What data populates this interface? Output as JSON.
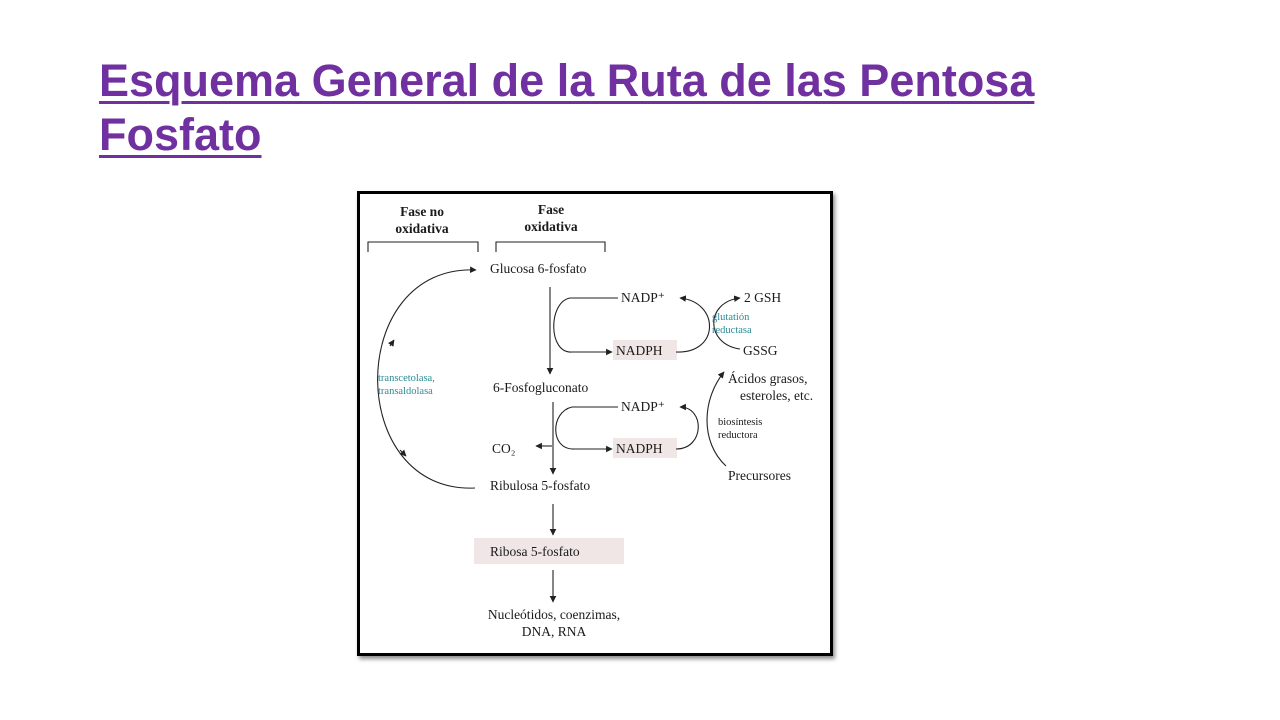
{
  "slide": {
    "title": "Esquema General de la Ruta de las Pentosa Fosfato"
  },
  "diagram": {
    "phase_non_oxidative": [
      "Fase no",
      "oxidativa"
    ],
    "phase_oxidative": [
      "Fase",
      "oxidativa"
    ],
    "glucose_6p": "Glucosa 6-fosfato",
    "gluconate_6p": "6-Fosfogluconato",
    "ribulose_5p": "Ribulosa 5-fosfato",
    "ribose_5p": "Ribosa 5-fosfato",
    "nucleotides": [
      "Nucleótidos, coenzimas,",
      "DNA, RNA"
    ],
    "nadp_plus_1": "NADP⁺",
    "nadph_1": "NADPH",
    "nadp_plus_2": "NADP⁺",
    "nadph_2": "NADPH",
    "co2": "CO₂",
    "gsh": "2 GSH",
    "gssg": "GSSG",
    "glutathione_reductase": [
      "glutatión",
      "reductasa"
    ],
    "fatty_acids": [
      "Ácidos grasos,",
      "esteroles, etc."
    ],
    "reductive_biosynthesis": [
      "biosíntesis",
      "reductora"
    ],
    "precursors": "Precursores",
    "transketolase": [
      "transcetolasa,",
      "transaldolasa"
    ],
    "colors": {
      "title": "#7030a0",
      "enzyme_text": "#2b8a94",
      "highlight": "#f1e6e6"
    }
  }
}
